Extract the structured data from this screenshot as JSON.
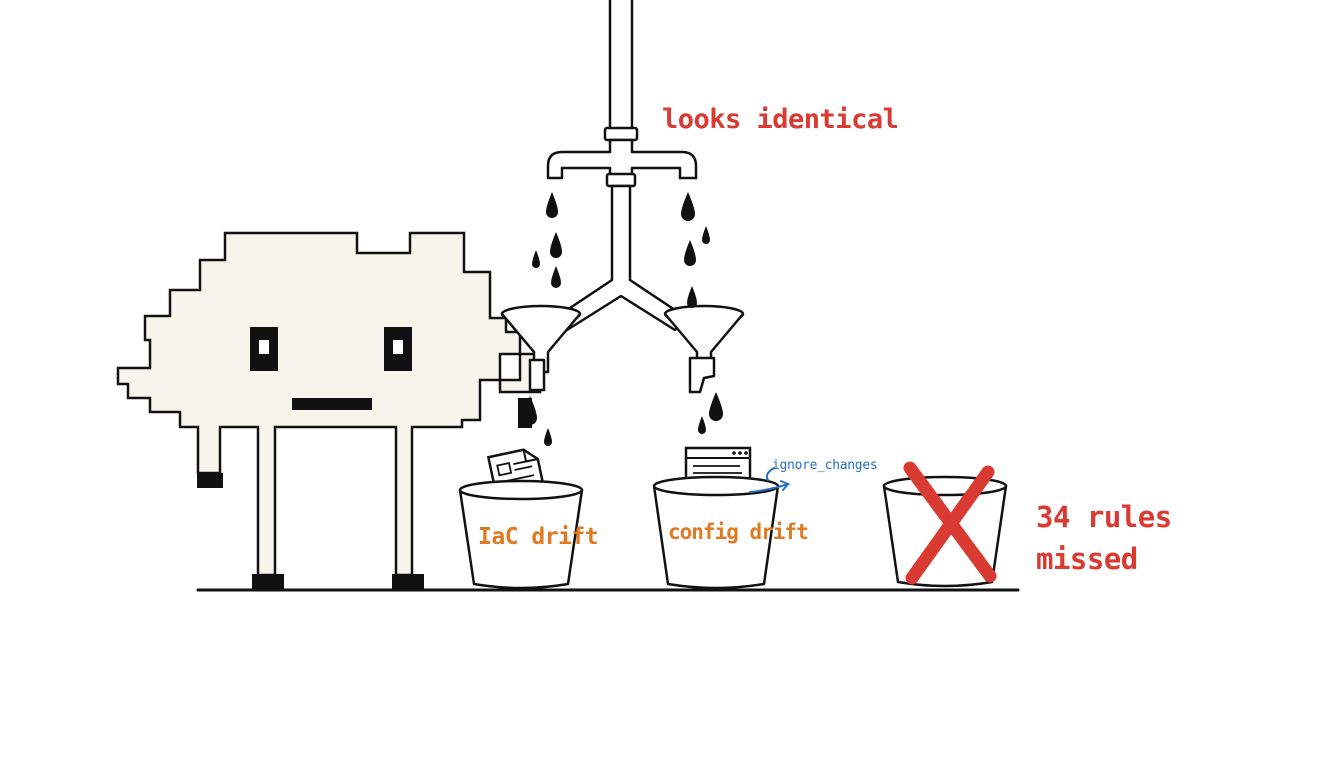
{
  "labels": {
    "looks_identical": "looks identical",
    "iac_drift": "IaC drift",
    "config_drift": "config drift",
    "ignore_changes": "ignore_changes",
    "missed_line1": "34 rules",
    "missed_line2": "missed"
  },
  "colors": {
    "outline": "#111111",
    "mascot_fill": "#f7f4ec",
    "alert_red": "#d93a32",
    "drift_orange": "#e07a22",
    "annotation_blue": "#2a6fc0"
  },
  "icons": {
    "mascot": "pixel-cloud-creature-icon",
    "faucet": "split-faucet-icon",
    "cross": "red-x-icon",
    "document": "document-icon",
    "config_window": "config-window-icon"
  }
}
